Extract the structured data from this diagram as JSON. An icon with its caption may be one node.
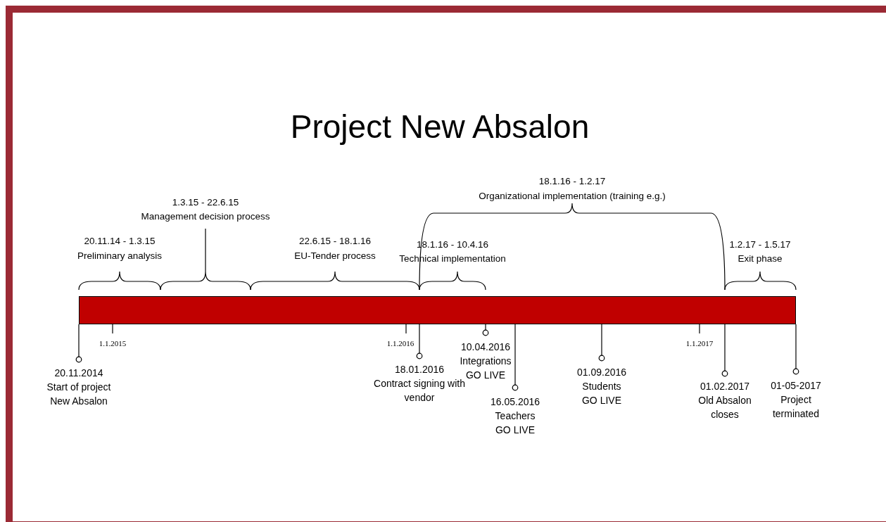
{
  "diagram": {
    "title": "Project New Absalon",
    "nodes": [
      {
        "text": [],
        "shape": "bar"
      },
      {
        "text": [
          "20.11.2014",
          "Start of project New Absalon"
        ]
      },
      {
        "text": [
          "18.01.2016",
          "Contract signing with vendor"
        ]
      },
      {
        "text": [
          "10.04.2016",
          "Integrations GO LIVE"
        ]
      },
      {
        "text": [
          "16.05.2016",
          "Teachers GO LIVE"
        ]
      },
      {
        "text": [
          "01.09.2016",
          "Students GO LIVE"
        ]
      },
      {
        "text": [
          "01.02.2017",
          "Old Absalon closes"
        ]
      },
      {
        "text": [
          "01-05-2017",
          "Project terminated"
        ]
      }
    ],
    "edges": [
      {
        "from": 1,
        "to": 0,
        "arrow": "other"
      },
      {
        "from": 2,
        "to": 0,
        "arrow": "other"
      },
      {
        "from": 3,
        "to": 0,
        "arrow": "other"
      },
      {
        "from": 4,
        "to": 0,
        "arrow": "other"
      },
      {
        "from": 5,
        "to": 0,
        "arrow": "other"
      },
      {
        "from": 6,
        "to": 0,
        "arrow": "other"
      },
      {
        "from": 7,
        "to": 0,
        "arrow": "other"
      }
    ],
    "labels": [
      "18.1.16 - 1.2.17",
      "Organizational implementation (training e.g.)",
      "1.3.15 - 22.6.15",
      "Management decision process",
      "20.11.14 - 1.3.15",
      "Preliminary analysis",
      "22.6.15 - 18.1.16",
      "EU-Tender process",
      "18.1.16 - 10.4.16",
      "Technical implementation",
      "1.2.17 - 1.5.17",
      "Exit phase",
      "1.1.2015",
      "1.1.2016",
      "1.1.2017"
    ]
  }
}
